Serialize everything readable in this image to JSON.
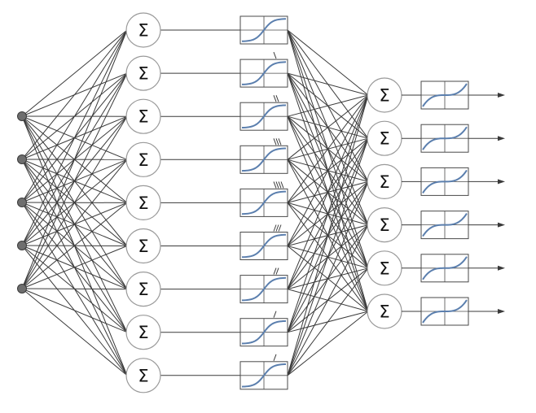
{
  "diagram": {
    "sum_symbol": "Σ",
    "input_layer": {
      "count": 5
    },
    "hidden_layer": {
      "count": 9,
      "activation_icon": "sigmoid-curve-icon"
    },
    "output_layer": {
      "count": 6,
      "activation_icon": "cubic-curve-icon"
    },
    "colors": {
      "edge": "#3a3a3a",
      "node_border": "#9a9a9a",
      "input_node_fill": "#6e6e6e",
      "curve": "#5b7fae"
    }
  }
}
